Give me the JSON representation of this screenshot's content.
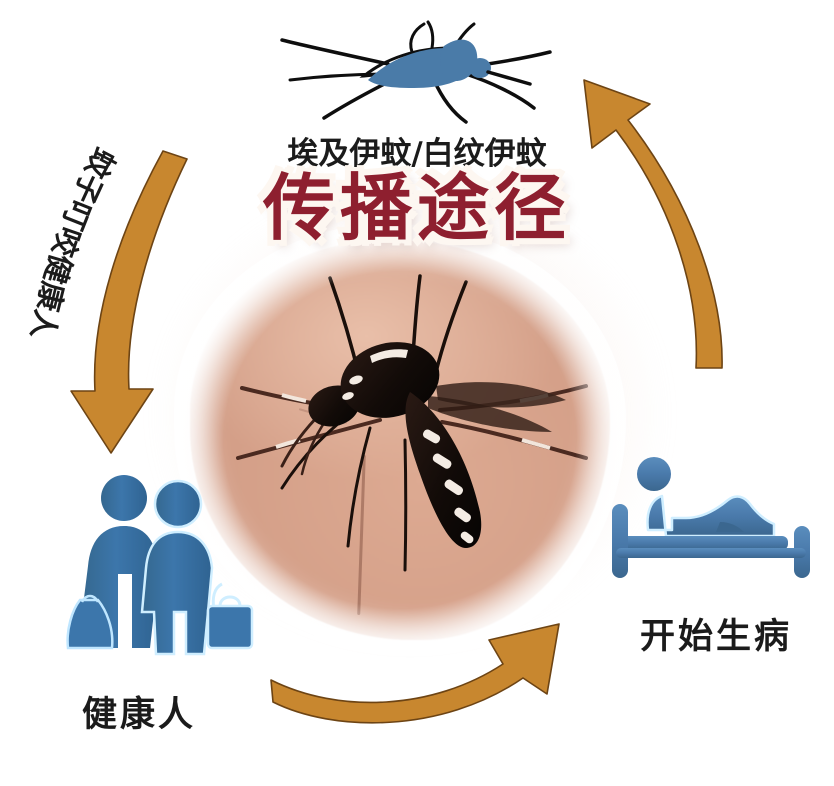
{
  "poster": {
    "title": "传播途径",
    "title_color": "#8e1f2f",
    "background_color": "#ffffff"
  },
  "nodes": {
    "mosquito": {
      "icon": "mosquito-icon",
      "label": "埃及伊蚊/白纹伊蚊",
      "color": "#4a7ba8"
    },
    "healthy_people": {
      "icon": "couple-people-icon",
      "label": "健康人",
      "color": "#3c76ab"
    },
    "sick_person": {
      "icon": "person-in-bed-icon",
      "label": "开始生病",
      "color": "#4a7aab"
    },
    "center_photo": {
      "icon": "mosquito-biting-skin-photo",
      "skin_color": "#d9a18c"
    }
  },
  "arrows": {
    "color": "#c8872f",
    "left": {
      "label": "蚊子叮咬健康人",
      "direction": "down",
      "from": "mosquito",
      "to": "healthy_people"
    },
    "bottom": {
      "label": "",
      "direction": "right",
      "from": "healthy_people",
      "to": "sick_person"
    },
    "right": {
      "label": "",
      "direction": "up",
      "from": "sick_person",
      "to": "mosquito"
    }
  },
  "arc_label_chars": [
    "蚊",
    "子",
    "叮",
    "咬",
    "健",
    "康",
    "人"
  ]
}
